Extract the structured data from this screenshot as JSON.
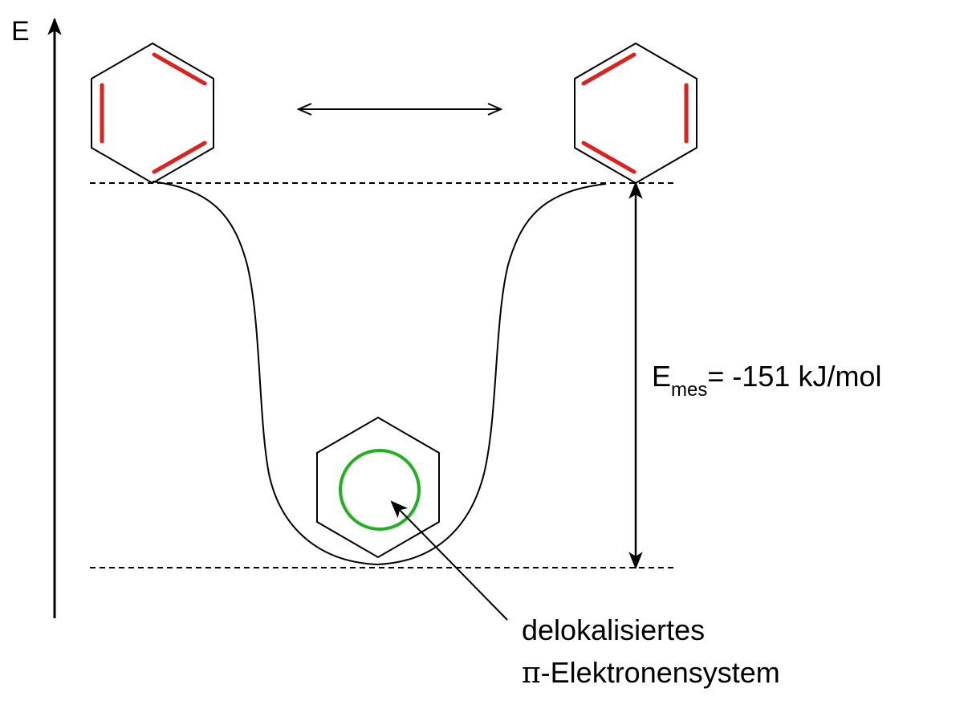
{
  "axis": {
    "label": "E"
  },
  "energy": {
    "main": "E",
    "subscript": "mes",
    "value": "= -151 kJ/mol"
  },
  "annotation": {
    "line1": "delokalisiertes",
    "line2_symbol": "π",
    "line2_text": "-Elektronensystem"
  },
  "colors": {
    "double_bond": "#e0201c",
    "delocalized_ring": "#1fb21f",
    "line": "#000000"
  }
}
